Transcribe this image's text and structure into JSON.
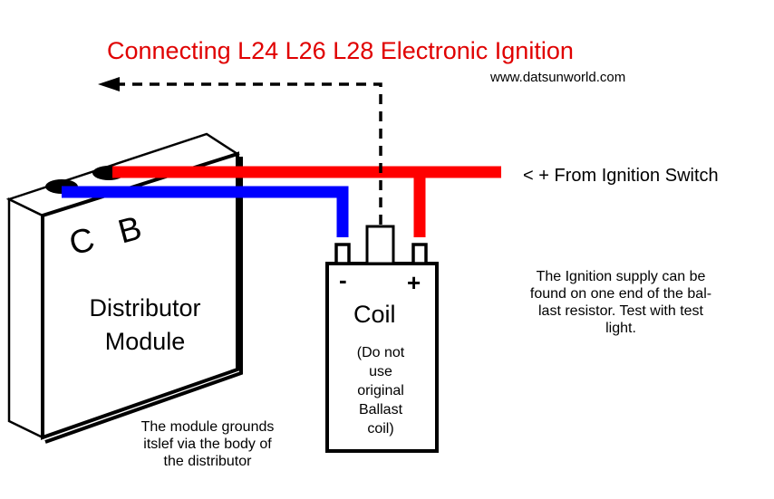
{
  "title": "Connecting L24 L26 L28 Electronic Ignition",
  "website": "www.datsunworld.com",
  "ignition_label": "< + From Ignition Switch",
  "module": {
    "terminal_c": "C",
    "terminal_b": "B",
    "name_line1": "Distributor",
    "name_line2": "Module"
  },
  "coil": {
    "minus": "-",
    "plus": "+",
    "name": "Coil",
    "note_lines": [
      "(Do not",
      "use",
      "original",
      "Ballast",
      "coil)"
    ]
  },
  "ground_note_lines": [
    "The module grounds",
    "itslef via the body of",
    "the distributor"
  ],
  "supply_note_lines": [
    "The Ignition supply can be",
    "found on one end of the bal-",
    "last resistor. Test with test",
    "light."
  ],
  "colors": {
    "title": "#e00000",
    "positive_wire": "#ff0000",
    "negative_wire": "#0000ff",
    "outline": "#000000",
    "background": "#ffffff"
  }
}
